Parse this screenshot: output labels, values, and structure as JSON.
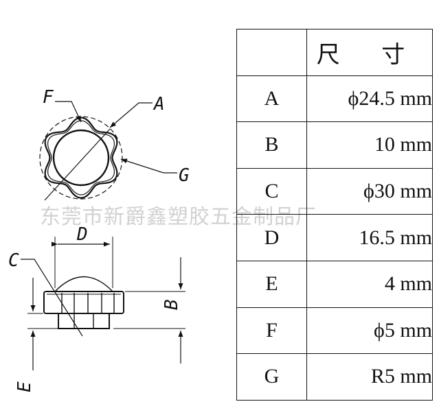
{
  "labels": {
    "F": "F",
    "A": "A",
    "G": "G",
    "D": "D",
    "C": "C",
    "B": "B",
    "E": "E"
  },
  "watermark": "东莞市新爵鑫塑胶五金制品厂",
  "table": {
    "header_key": "",
    "header_value": "尺 寸",
    "rows": [
      {
        "key": "A",
        "value": "ϕ24.5 mm"
      },
      {
        "key": "B",
        "value": "10 mm"
      },
      {
        "key": "C",
        "value": "ϕ30 mm"
      },
      {
        "key": "D",
        "value": "16.5 mm"
      },
      {
        "key": "E",
        "value": "4 mm"
      },
      {
        "key": "F",
        "value": "ϕ5 mm"
      },
      {
        "key": "G",
        "value": "R5 mm"
      }
    ]
  }
}
